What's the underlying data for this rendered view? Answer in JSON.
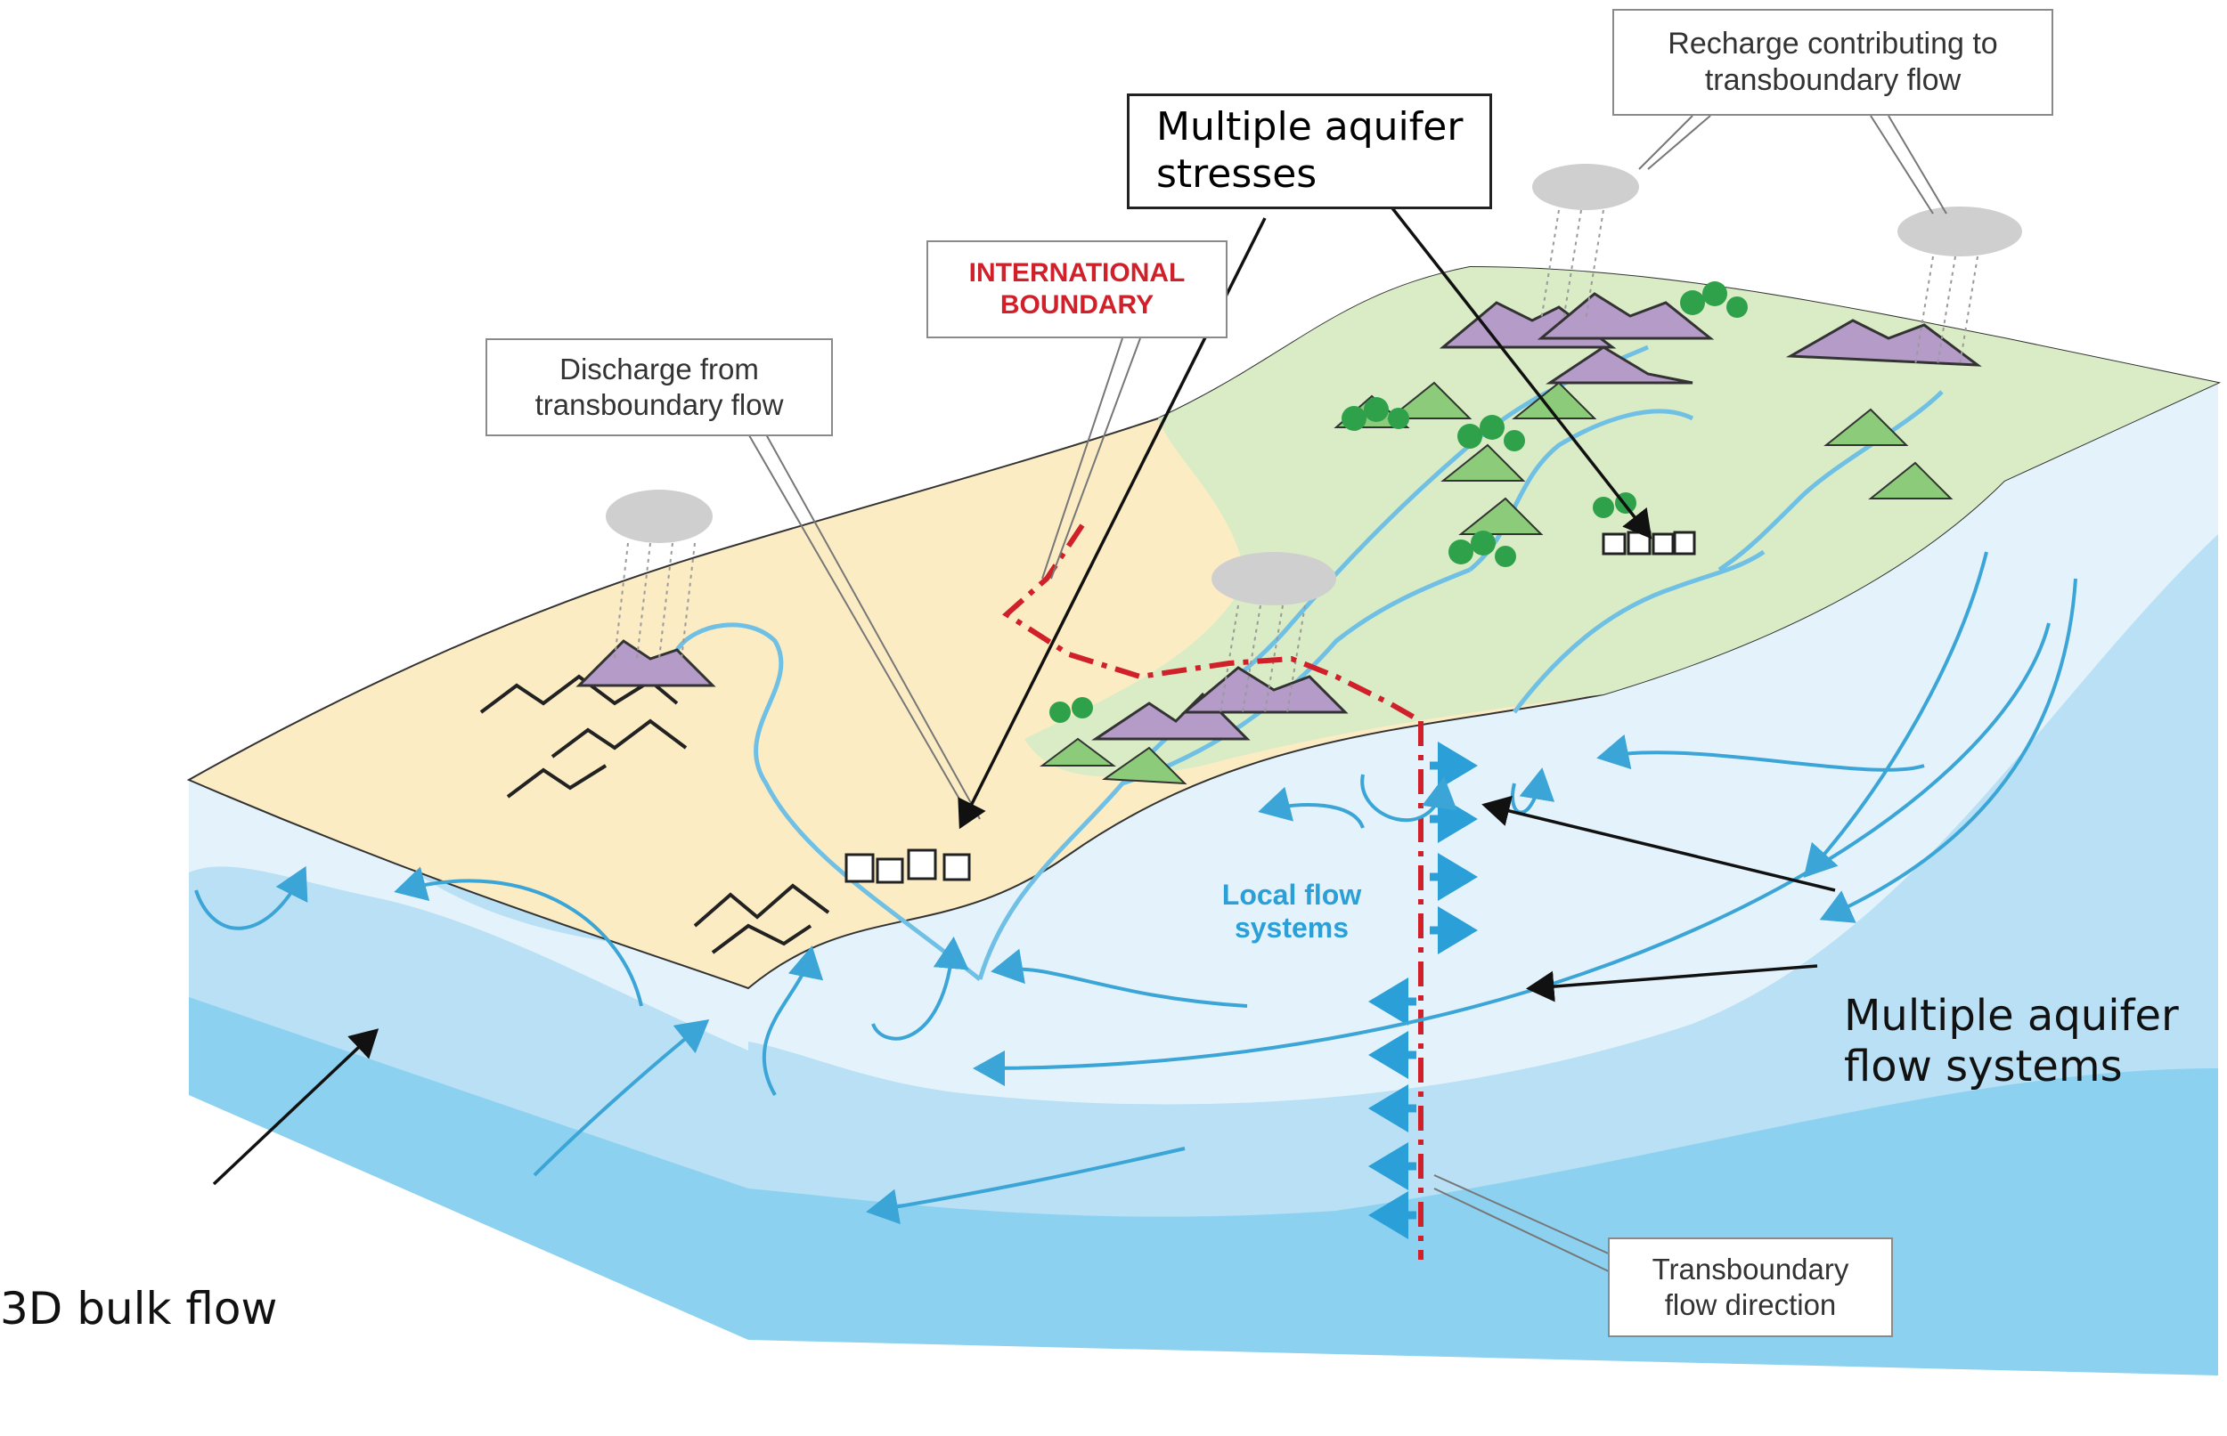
{
  "labels": {
    "recharge": "Recharge contributing to\ntransboundary flow",
    "stresses": "Multiple aquifer\nstresses",
    "boundary": "INTERNATIONAL\nBOUNDARY",
    "discharge": "Discharge from\ntransboundary flow",
    "local_flow": "Local flow\nsystems",
    "multi_flow": "Multiple aquifer\nflow systems",
    "bulk_flow": "3D bulk flow",
    "transboundary_dir": "Transboundary\nflow direction"
  },
  "colors": {
    "surface_sand": "#fbecc4",
    "surface_green": "#d9ecc6",
    "water_light": "#e4f3fb",
    "water_mid": "#b9e0f4",
    "water_deep": "#8dd1f0",
    "flow_arrow": "#3aa5d6",
    "boundary_red": "#d0212b"
  }
}
